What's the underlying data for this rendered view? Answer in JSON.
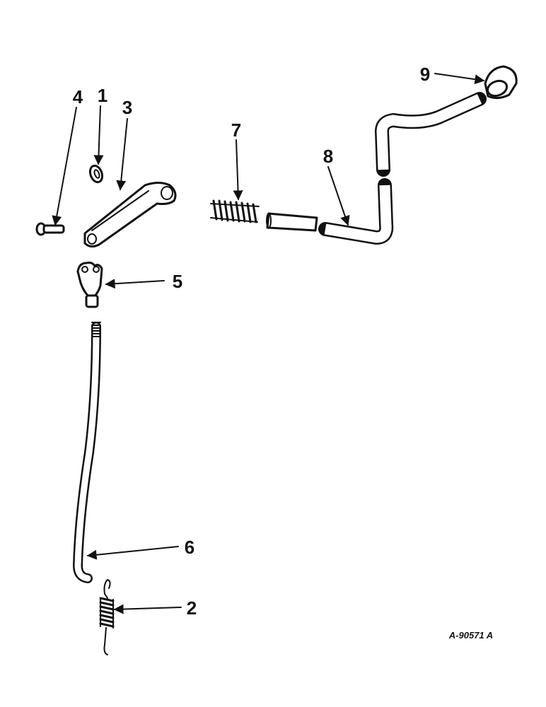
{
  "callouts": {
    "c1": "1",
    "c2": "2",
    "c3": "3",
    "c4": "4",
    "c5": "5",
    "c6": "6",
    "c7": "7",
    "c8": "8",
    "c9": "9"
  },
  "figure_ref": "A-90571 A",
  "colors": {
    "ink": "#111111",
    "background": "#ffffff"
  }
}
